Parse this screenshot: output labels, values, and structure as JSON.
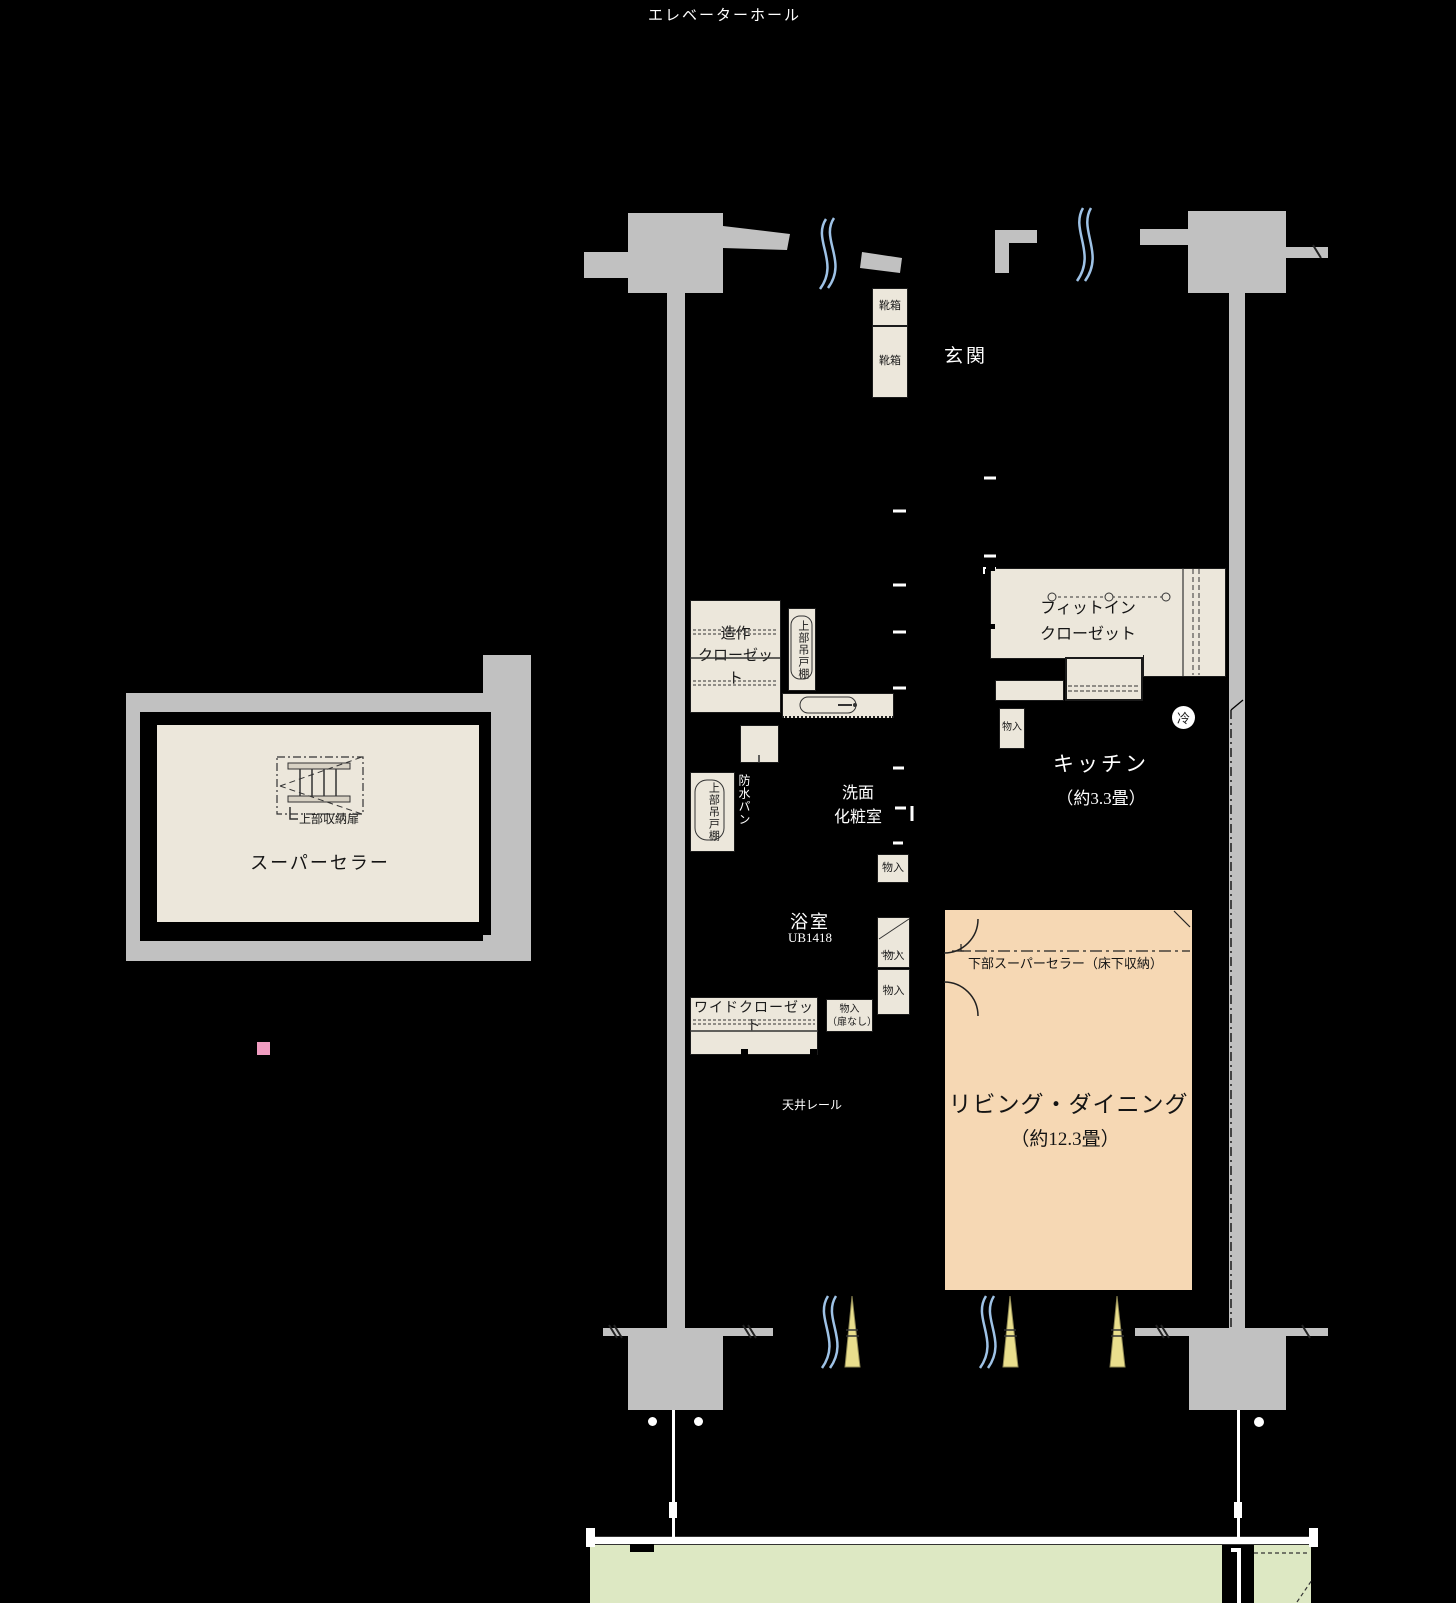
{
  "title": "エレベーターホール",
  "colors": {
    "background": "#000000",
    "wall_gray": "#c1c1c1",
    "room_beige": "#ece7db",
    "living_peach": "#f6d8b4",
    "balcony_green": "#dde8c3",
    "door_swing_blue": "#9ec2e6",
    "window_yellow": "#e9de8d",
    "accent_pink": "#f09cc0"
  },
  "labels": {
    "entrance": "玄関",
    "shoe_box": "靴箱",
    "zousaku_closet_line1": "造作",
    "zousaku_closet_line2": "クローゼット",
    "upper_hanging_cabinet": "上部吊戸棚",
    "waterproof_pan": "防水パン",
    "washroom_line1": "洗面",
    "washroom_line2": "化粧室",
    "bathroom": "浴室",
    "bathroom_unit": "UB1418",
    "storage": "物入",
    "storage_no_door_line1": "物入",
    "storage_no_door_line2": "（扉なし）",
    "wide_closet": "ワイドクローゼット",
    "ceiling_rail": "天井レール",
    "super_cellar": "スーパーセラー",
    "upper_storage_door": "上部収納扉",
    "fit_in_closet_line1": "フィットイン",
    "fit_in_closet_line2": "クローゼット",
    "refrigerator": "冷",
    "kitchen": "キッチン",
    "kitchen_size": "（約3.3畳）",
    "living_dining": "リビング・ダイニング",
    "living_dining_size": "（約12.3畳）",
    "under_floor_storage": "下部スーパーセラー（床下収納）"
  }
}
